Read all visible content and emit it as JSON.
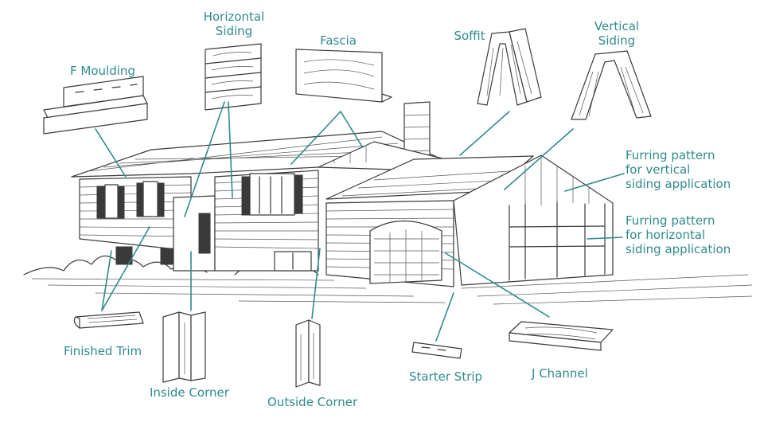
{
  "labels": {
    "horizontal_siding": "Horizontal\nSiding",
    "fascia": "Fascia",
    "soffit": "Soffit",
    "vertical_siding": "Vertical\nSiding",
    "f_moulding": "F Moulding",
    "furring_vertical": "Furring pattern\nfor vertical\nsiding application",
    "furring_horizontal": "Furring pattern\nfor horizontal\nsiding application",
    "finished_trim": "Finished Trim",
    "inside_corner": "Inside Corner",
    "outside_corner": "Outside Corner",
    "starter_strip": "Starter Strip",
    "j_channel": "J Channel"
  },
  "colors": {
    "label": "#2f8a8c",
    "ink": "#3a3a3a",
    "background": "#ffffff"
  }
}
